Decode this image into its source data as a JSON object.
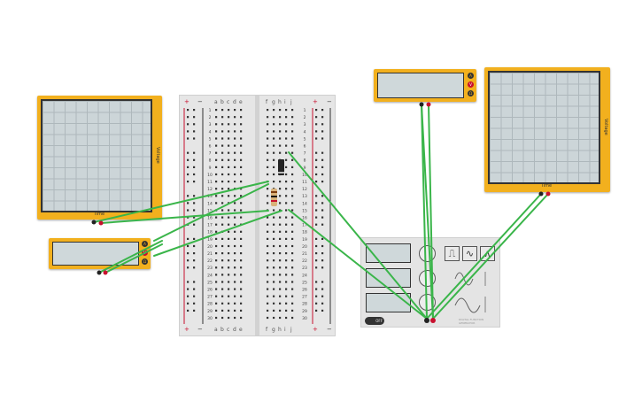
{
  "breadboard": {
    "columns_left": [
      "a",
      "b",
      "c",
      "d",
      "e"
    ],
    "columns_right": [
      "f",
      "g",
      "h",
      "i",
      "j"
    ],
    "rail_plus": "+",
    "rail_minus": "−",
    "row_count": 30
  },
  "oscilloscope_left": {
    "x_label": "Time",
    "y_label": "Voltage"
  },
  "oscilloscope_right": {
    "x_label": "Time",
    "y_label": "Voltage"
  },
  "multimeter_left": {
    "modes": [
      "A",
      "V",
      "Ω"
    ],
    "selected_mode": "V"
  },
  "multimeter_top": {
    "modes": [
      "A",
      "V",
      "Ω"
    ],
    "selected_mode": "V"
  },
  "function_generator": {
    "power_label": "OFF",
    "waveform_buttons": [
      "square-wave-icon",
      "sine-wave-icon",
      "triangle-wave-icon"
    ],
    "brand_text": "DIGITAL FUNCTION GENERATOR"
  },
  "colors": {
    "instrument_body": "#f2b01e",
    "wire": "#3ab54a",
    "breadboard": "#e6e6e6",
    "probe_black": "#222222",
    "probe_red": "#c8102e"
  }
}
